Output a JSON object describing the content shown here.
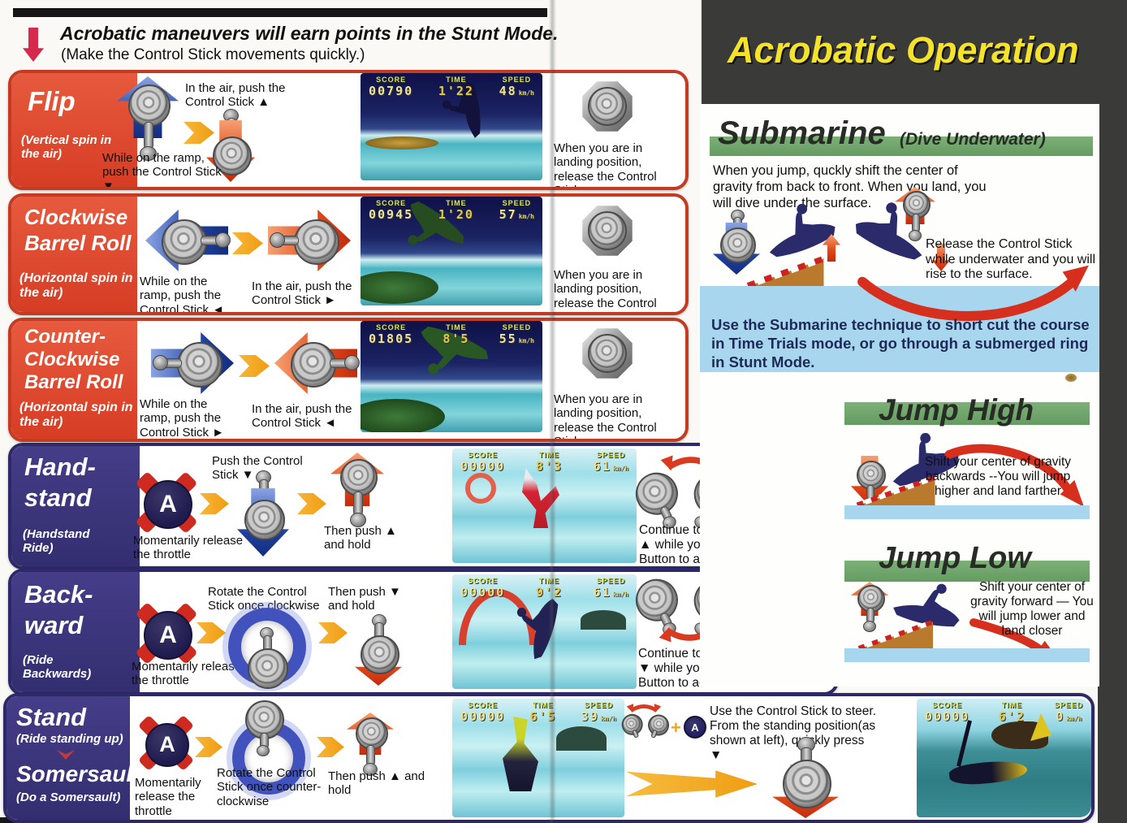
{
  "header": {
    "title": "Acrobatic maneuvers will earn points in the Stunt Mode.",
    "subtitle": "(Make the Control Stick movements quickly.)"
  },
  "banner": {
    "title": "Acrobatic Operation"
  },
  "hud": {
    "score_label": "SCORE",
    "time_label": "TIME",
    "speed_label": "SPEED",
    "unit": "km/h"
  },
  "controller": {
    "a": "A",
    "plus": "+"
  },
  "landing_note": "When you are in landing position, release the Control Stick",
  "stunts": {
    "flip": {
      "name": "Flip",
      "sub": "(Vertical spin in the air)",
      "air": "In the air, push the Control Stick ▲",
      "ramp": "While on the ramp, push the Control Stick ▼",
      "score": "00790",
      "time": "1'22",
      "speed": "48"
    },
    "cw": {
      "name1": "Clockwise",
      "name2": "Barrel Roll",
      "sub": "(Horizontal spin in the air)",
      "ramp": "While on the ramp, push the Control Stick ◄",
      "air": "In the air, push the Control Stick ►",
      "score": "00945",
      "time": "1'20",
      "speed": "57"
    },
    "ccw": {
      "name1": "Counter-",
      "name2": "Clockwise",
      "name3": "Barrel Roll",
      "sub": "(Horizontal spin in the air)",
      "ramp": "While on the ramp, push the Control Stick ►",
      "air": "In the air, push the Control Stick ◄",
      "score": "01805",
      "time": "8'5",
      "speed": "55"
    },
    "handstand": {
      "name1": "Hand-",
      "name2": "stand",
      "sub": "(Handstand Ride)",
      "throttle": "Momentarily release the throttle",
      "push": "Push the Control Stick ▼",
      "then": "Then push ▲ and hold",
      "cont": "Continue to hold the Control Stick ▲ while you steer and press the A Button to accelerate",
      "score": "00000",
      "time": "8'3",
      "speed": "61"
    },
    "backward": {
      "name1": "Back-",
      "name2": "ward",
      "sub": "(Ride Backwards)",
      "throttle": "Momentarily release the throttle",
      "rotate": "Rotate the Control Stick once clockwise",
      "then": "Then push ▼ and hold",
      "cont": "Continue to hold the Control Stick ▼ while you steer and press the A Button to accelerate",
      "score": "00000",
      "time": "9'2",
      "speed": "61"
    },
    "stand": {
      "name": "Stand",
      "sub": "(Ride standing up)",
      "name2": "Somersault",
      "sub2": "(Do a Somersault)",
      "throttle": "Momentarily release the throttle",
      "rotate": "Rotate the Control Stick once counter-clockwise",
      "then": "Then push ▲ and hold",
      "steer": "Use the Control Stick to steer. From the standing position(as shown at left), quickly press ▼",
      "score": "00000",
      "time": "6'5",
      "speed": "39",
      "score2": "00000",
      "time2": "6'2",
      "speed2": "0"
    }
  },
  "submarine": {
    "title": "Submarine",
    "sub": "(Dive Underwater)",
    "body": "When you jump, quckly shift the center of gravity from back to front. When you land, you will dive under the surface.",
    "release": "Release the Control Stick while underwater and you will rise to the surface.",
    "tip": "Use the Submarine technique to short cut the course in Time Trials mode, or go through a submerged ring in Stunt Mode."
  },
  "jump_high": {
    "title": "Jump High",
    "text": "Shift your center of gravity backwards --You will jump higher and land farther"
  },
  "jump_low": {
    "title": "Jump Low",
    "text": "Shift your center of gravity forward — You will jump lower and land closer"
  },
  "colors": {
    "row_red": "#d6432a",
    "row_navy": "#332e70",
    "banner_text": "#f4e22b",
    "green_bar": "#70a56c",
    "water": "#a9d6ef",
    "chevron": "#f2a61e"
  }
}
